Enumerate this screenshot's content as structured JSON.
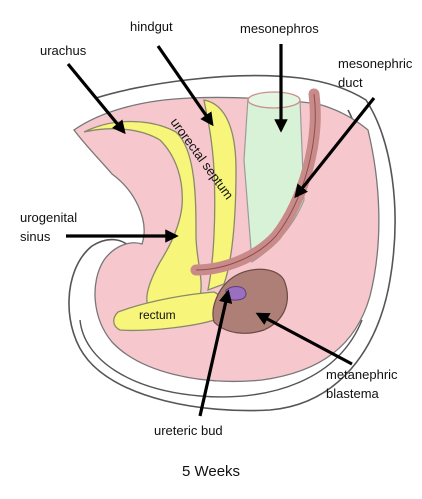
{
  "labels": {
    "hindgut": "hindgut",
    "mesonephros": "mesonephros",
    "urachus": "urachus",
    "mesonephric_duct_line1": "mesonephric",
    "mesonephric_duct_line2": "duct",
    "urorectal_septum": "urorectal septum",
    "urogenital_sinus_line1": "urogenital",
    "urogenital_sinus_line2": "sinus",
    "rectum": "rectum",
    "metanephric_blastema_line1": "metanephric",
    "metanephric_blastema_line2": "blastema",
    "ureteric_bud": "ureteric bud"
  },
  "caption": "5 Weeks",
  "colors": {
    "pink_tissue": "#f6c8cd",
    "yellow_endoderm": "#f7f57a",
    "green_mesonephros": "#d7f2d6",
    "duct": "#c98b89",
    "blastema": "#ad7f77",
    "ureteric_bud": "#9b6fc0",
    "outline": "#555555"
  }
}
